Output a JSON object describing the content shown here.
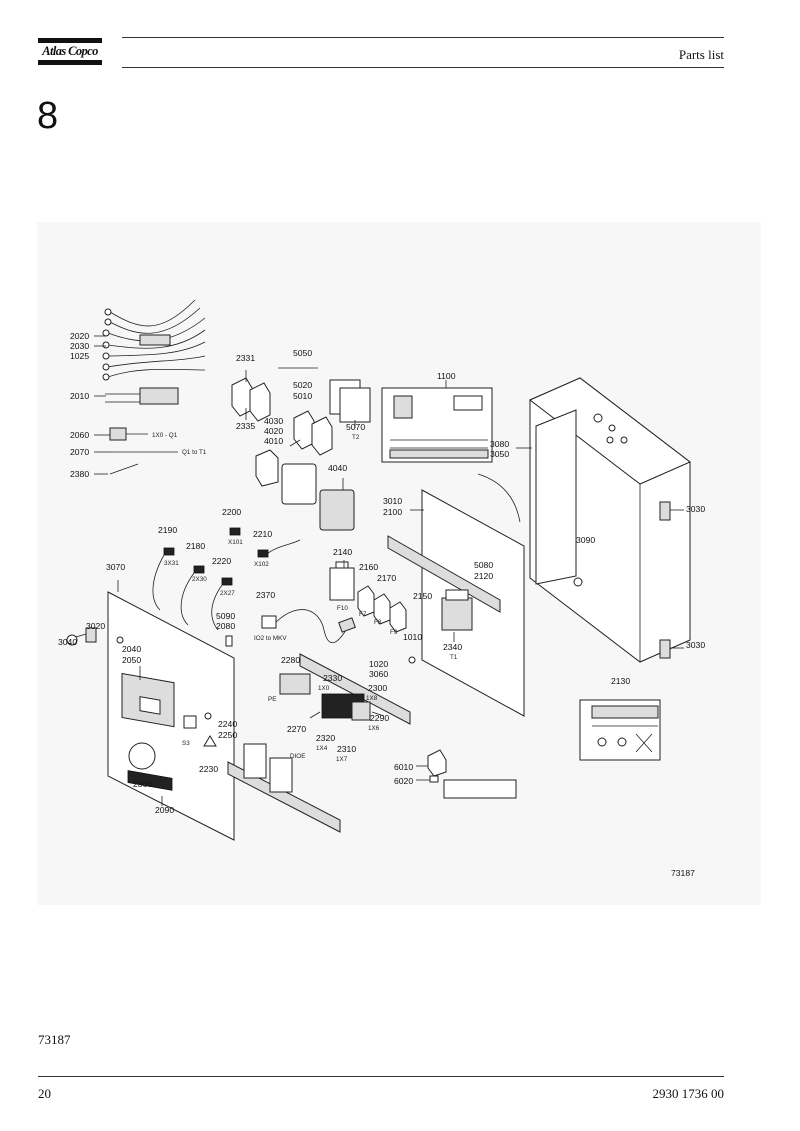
{
  "header": {
    "brand": "Atlas Copco",
    "title": "Parts list"
  },
  "section": {
    "number": "8"
  },
  "figure": {
    "drawing_ref": "73187",
    "callouts": {
      "c2020": "2020",
      "c2030": "2030",
      "c1025": "1025",
      "c2010": "2010",
      "c2060": "2060",
      "c2070": "2070",
      "c2380": "2380",
      "c2331": "2331",
      "c2335": "2335",
      "c5050": "5050",
      "c5020": "5020",
      "c5010": "5010",
      "c5070": "5070",
      "c4030": "4030",
      "c4020": "4020",
      "c4010": "4010",
      "c4040": "4040",
      "c1100": "1100",
      "c3080": "3080",
      "c3050": "3050",
      "c3030a": "3030",
      "c3030b": "3030",
      "c3010": "3010",
      "c2100": "2100",
      "c3090": "3090",
      "c5080": "5080",
      "c2120": "2120",
      "c2200": "2200",
      "c2210": "2210",
      "c2190": "2190",
      "c2180": "2180",
      "c2220": "2220",
      "c3070": "3070",
      "c5090": "5090",
      "c2080": "2080",
      "c2370": "2370",
      "c2140": "2140",
      "c2160": "2160",
      "c2170": "2170",
      "c2150": "2150",
      "c2340": "2340",
      "c1010": "1010",
      "c1020": "1020",
      "c3060": "3060",
      "c3040": "3040",
      "c3020": "3020",
      "c2040": "2040",
      "c2050": "2050",
      "c2280": "2280",
      "c2330": "2330",
      "c2300": "2300",
      "c2270": "2270",
      "c2320": "2320",
      "c2290": "2290",
      "c2310": "2310",
      "c2240": "2240",
      "c2250": "2250",
      "c2230": "2230",
      "c2360": "2360",
      "c2090": "2090",
      "c2130": "2130",
      "c6010": "6010",
      "c6020": "6020"
    },
    "designations": {
      "x0_q1": "1X0 - Q1",
      "q1_t1": "Q1 to T1",
      "t2": "T2",
      "x101": "X101",
      "x102": "X102",
      "x31": "3X31",
      "x30": "2X30",
      "x27": "2X27",
      "io2_mkv": "IO2 to MKV",
      "f10": "F10",
      "f7": "F7",
      "f8": "F8",
      "f9": "F9",
      "t1": "T1",
      "pe": "PE",
      "x1_0": "1X0",
      "x1_8": "1X8",
      "x1_6": "1X6",
      "x1_4": "1X4",
      "x1_7": "1X7",
      "s3": "S3",
      "dioe": "DIOE"
    }
  },
  "footer": {
    "reference": "73187",
    "page": "20",
    "doc_number": "2930 1736 00"
  }
}
